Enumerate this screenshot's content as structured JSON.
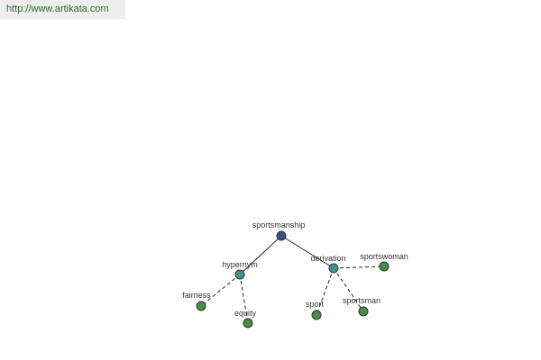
{
  "source_url": "http://www.artikata.com",
  "colors": {
    "root_node": "#3d4f8a",
    "relation_node": "#4d8f8f",
    "leaf_node": "#4a8a4a",
    "node_stroke": "#2a3a2a",
    "edge": "#222222",
    "banner_bg": "#eeeeee",
    "url_text": "#2d6b2d"
  },
  "graph": {
    "root": {
      "label": "sportsmanship"
    },
    "relations": [
      {
        "label": "hypernym"
      },
      {
        "label": "derivation"
      }
    ],
    "leaves": [
      {
        "label": "fairness",
        "relation": "hypernym"
      },
      {
        "label": "equity",
        "relation": "hypernym"
      },
      {
        "label": "sport",
        "relation": "derivation"
      },
      {
        "label": "sportsman",
        "relation": "derivation"
      },
      {
        "label": "sportswoman",
        "relation": "derivation"
      }
    ]
  }
}
